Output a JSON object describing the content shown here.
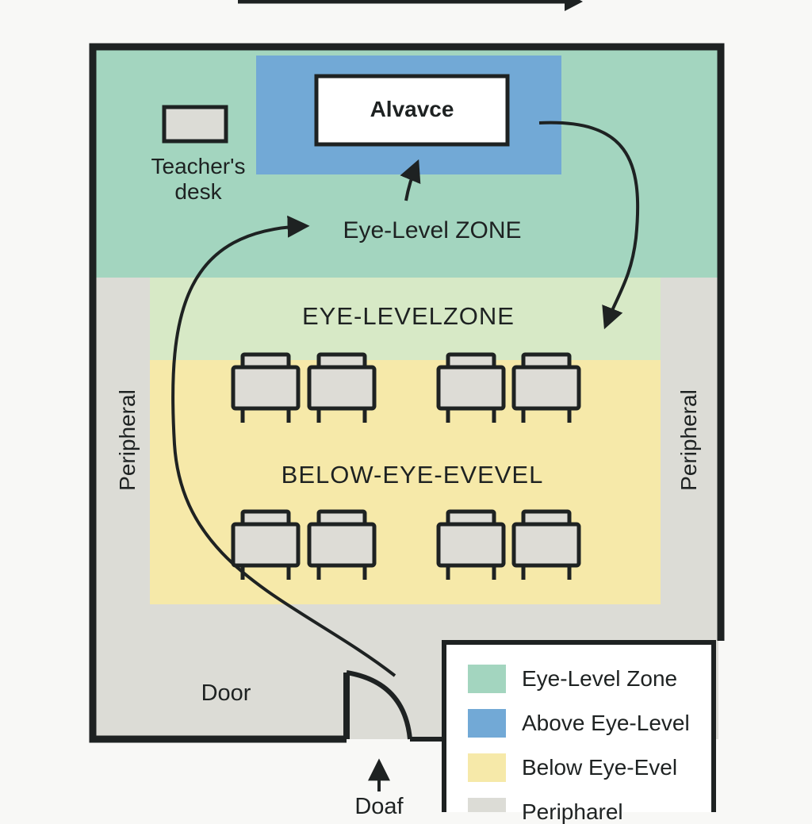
{
  "colors": {
    "eye_level": "#a3d5bf",
    "above_eye_level": "#72a9d6",
    "below_eye_level": "#f6e9a9",
    "peripheral": "#dcdcd6",
    "light_green_band": "#d7e9c6",
    "outline": "#1e2222",
    "chair_fill": "#dddcd6"
  },
  "board": {
    "label": "Alvavce"
  },
  "teacher_desk": {
    "label": "Teacher's\ndesk"
  },
  "zones": {
    "eye_level_upper": "Eye-Level ZONE",
    "eye_level_band": "EYE-LEVELZONE",
    "below_eye_level": "BELOW-EYE-EVEVEL",
    "peripheral_left": "Peripheral",
    "peripheral_right": "Peripheral"
  },
  "door": {
    "label_inside": "Door",
    "label_outside": "Doaf"
  },
  "legend": [
    {
      "label": "Eye-Level Zone",
      "color_key": "eye_level"
    },
    {
      "label": "Above Eye-Level",
      "color_key": "above_eye_level"
    },
    {
      "label": "Below Eye-Evel",
      "color_key": "below_eye_level"
    },
    {
      "label": "Peripharel",
      "color_key": "peripheral"
    }
  ]
}
